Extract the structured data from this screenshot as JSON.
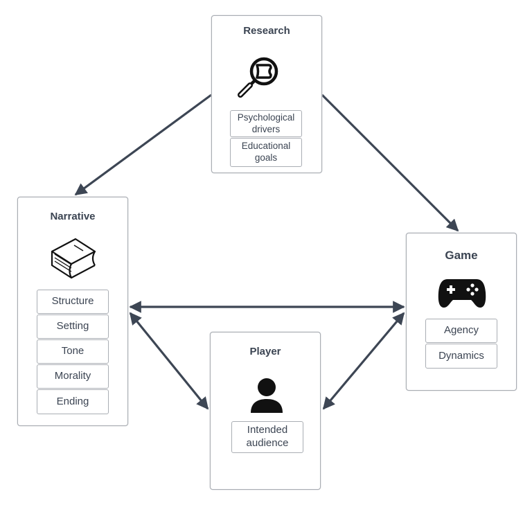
{
  "diagram": {
    "nodes": {
      "research": {
        "title": "Research",
        "icon": "magnifier-ticket-icon",
        "items": [
          "Psychological drivers",
          "Educational goals"
        ]
      },
      "narrative": {
        "title": "Narrative",
        "icon": "book-icon",
        "items": [
          "Structure",
          "Setting",
          "Tone",
          "Morality",
          "Ending"
        ]
      },
      "game": {
        "title": "Game",
        "icon": "gamepad-icon",
        "items": [
          "Agency",
          "Dynamics"
        ]
      },
      "player": {
        "title": "Player",
        "icon": "person-icon",
        "items": [
          "Intended audience"
        ]
      }
    },
    "edges": [
      {
        "from": "research",
        "to": "narrative",
        "direction": "forward"
      },
      {
        "from": "research",
        "to": "game",
        "direction": "forward"
      },
      {
        "from": "narrative",
        "to": "game",
        "direction": "both"
      },
      {
        "from": "narrative",
        "to": "player",
        "direction": "both"
      },
      {
        "from": "game",
        "to": "player",
        "direction": "both"
      }
    ],
    "colors": {
      "edge": "#3d4654",
      "border": "#a9adb3",
      "text": "#3b4452",
      "icon": "#111111"
    }
  }
}
